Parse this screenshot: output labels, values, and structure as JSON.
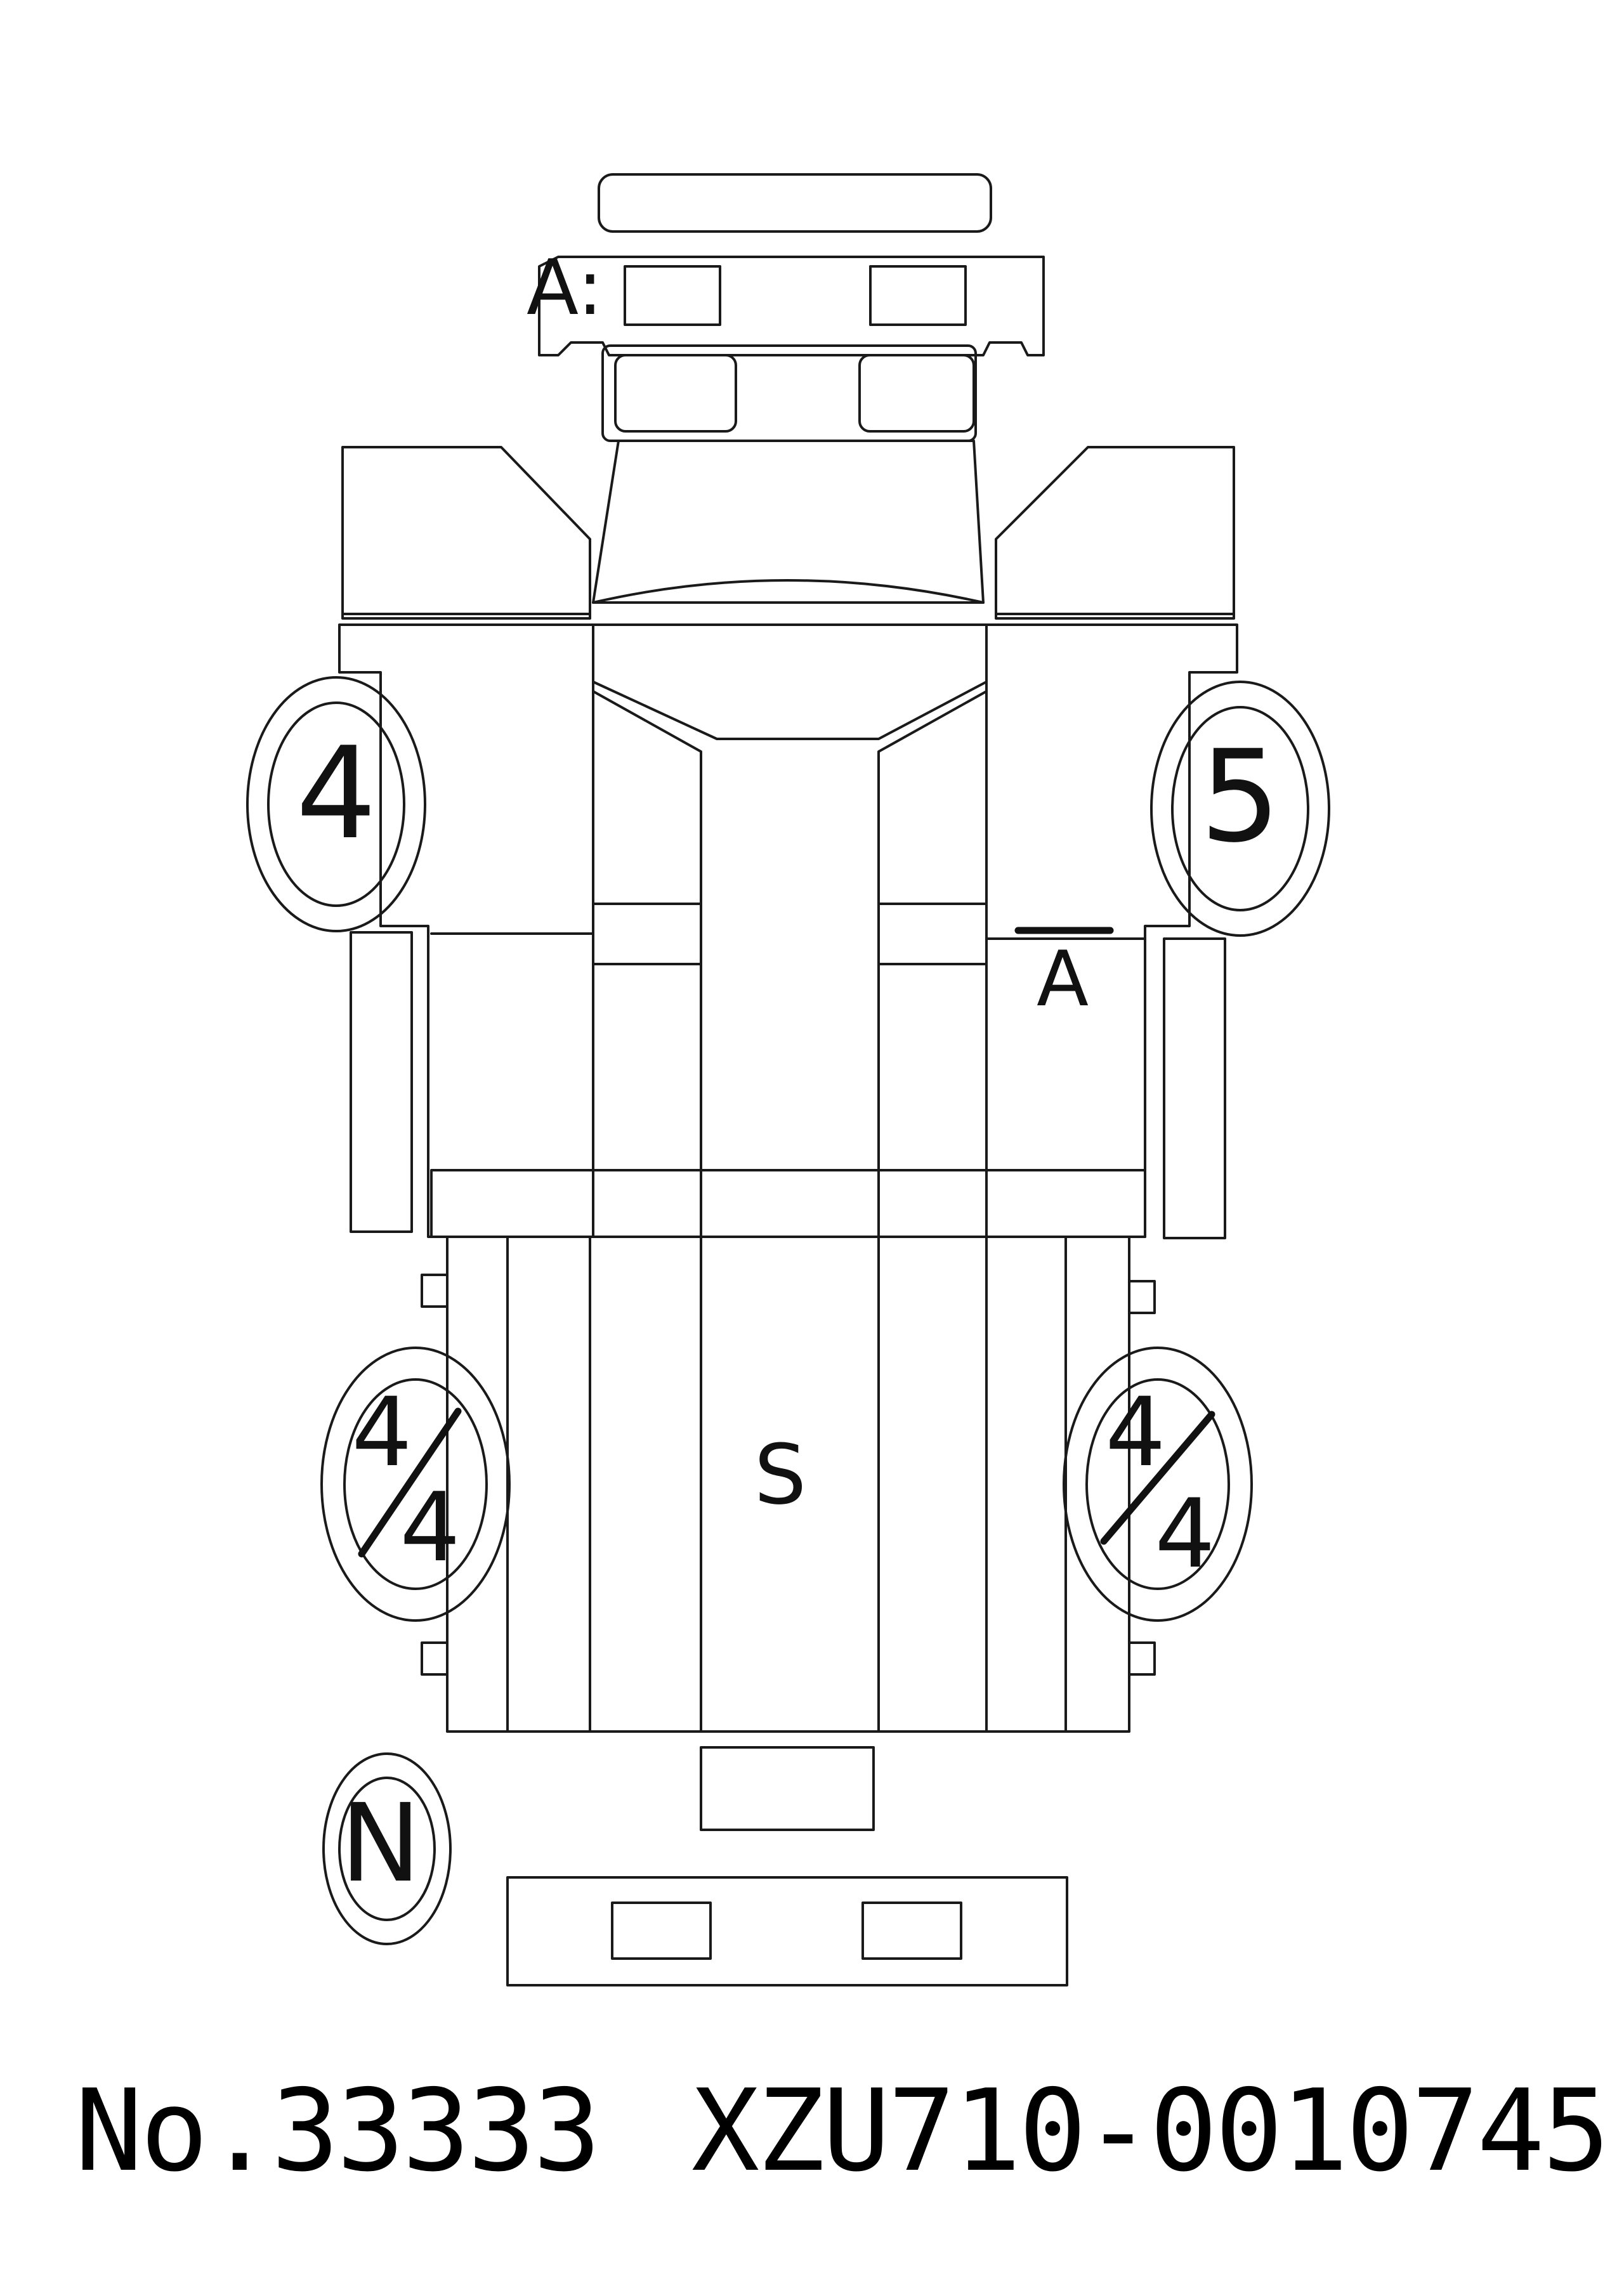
{
  "footer": {
    "number": "No.33333",
    "vin": "XZU710-0010745"
  },
  "marks": {
    "front_bumper": "A:",
    "front_left_tire": "4",
    "front_right_tire": "5",
    "right_cab": "A",
    "rear_left_tire_top": "4",
    "rear_left_tire_bottom": "4",
    "rear_right_tire_top": "4",
    "rear_right_tire_bottom": "4",
    "bed_floor": "S",
    "spare_tire": "N"
  }
}
